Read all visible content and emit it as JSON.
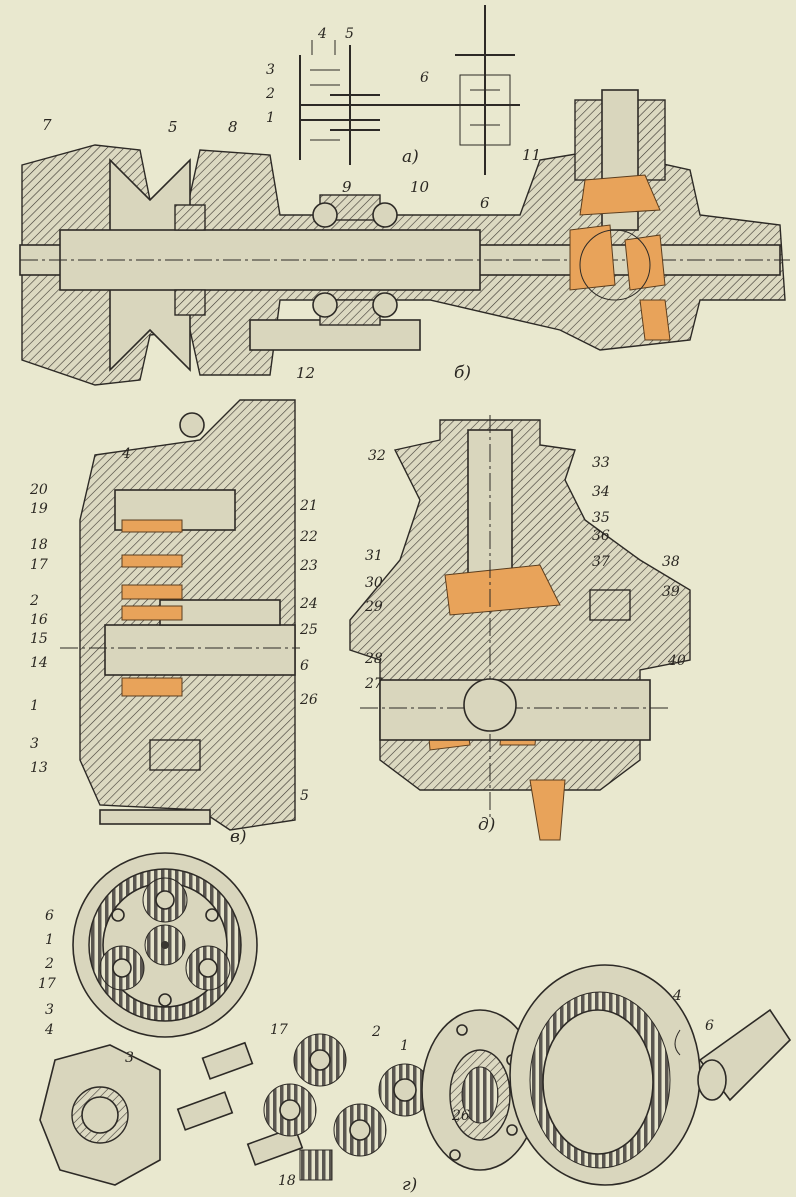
{
  "captions": {
    "a": "а)",
    "b": "б)",
    "v": "в)",
    "g": "г)",
    "d": "д)"
  },
  "labels_a": [
    "1",
    "2",
    "3",
    "4",
    "5",
    "6"
  ],
  "labels_b": [
    "7",
    "5",
    "8",
    "9",
    "10",
    "6",
    "11",
    "12"
  ],
  "labels_v": [
    "4",
    "20",
    "19",
    "18",
    "17",
    "2",
    "16",
    "15",
    "14",
    "1",
    "3",
    "13",
    "21",
    "22",
    "23",
    "24",
    "25",
    "6",
    "26",
    "5"
  ],
  "labels_d": [
    "32",
    "33",
    "34",
    "35",
    "36",
    "37",
    "31",
    "30",
    "29",
    "28",
    "27",
    "38",
    "39",
    "40"
  ],
  "labels_g_wheel": [
    "6",
    "1",
    "2",
    "17",
    "3",
    "4"
  ],
  "labels_g_parts": [
    "3",
    "17",
    "2",
    "1",
    "18",
    "26",
    "4",
    "6"
  ]
}
